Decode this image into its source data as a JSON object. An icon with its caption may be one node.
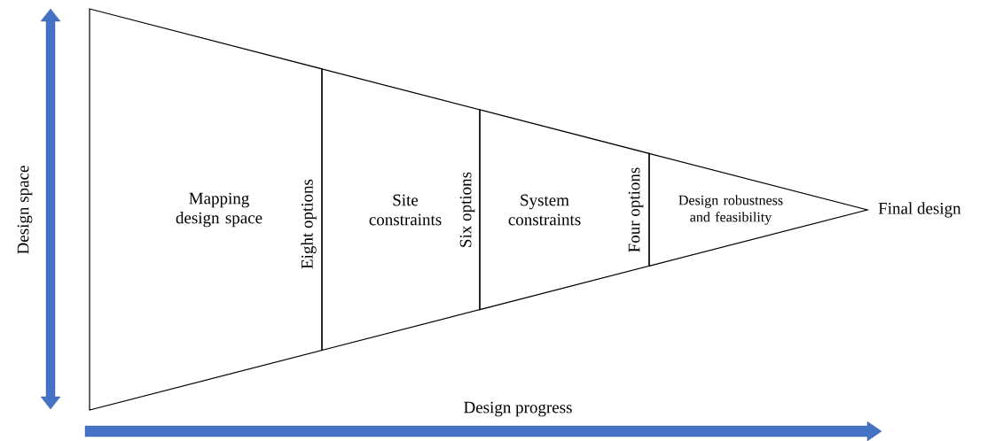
{
  "diagram": {
    "nodes": [
      {
        "text": [
          "Mapping design space"
        ]
      },
      {
        "text": [
          "Site constraints"
        ]
      },
      {
        "text": [
          "System constraints"
        ]
      },
      {
        "text": [
          "Design robustness and feasibility"
        ]
      }
    ],
    "labels": [
      "Design space",
      "Eight options",
      "Six options",
      "Four options",
      "Final design",
      "Design progress"
    ]
  }
}
